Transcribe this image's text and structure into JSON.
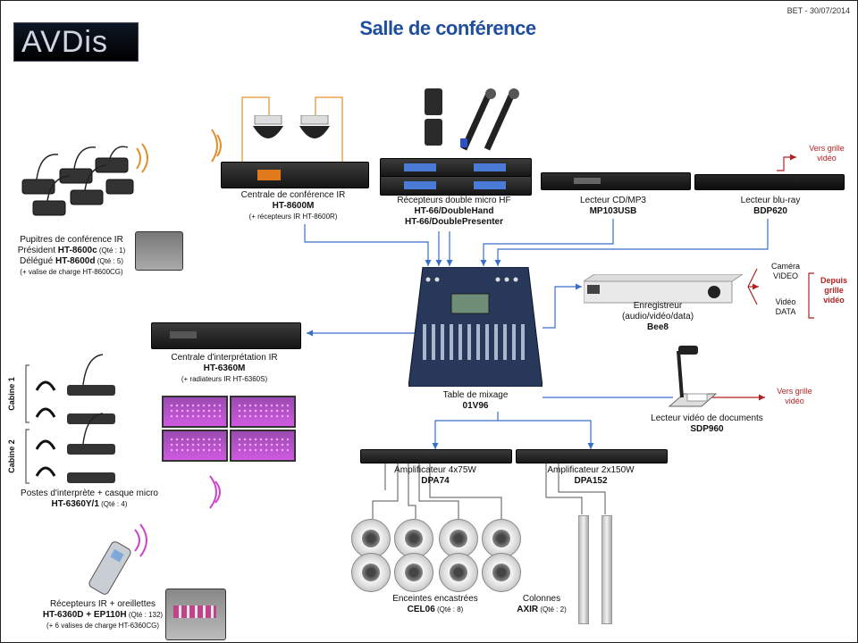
{
  "header": {
    "logo_text": "AVDis",
    "title": "Salle de conférence",
    "date": "BET - 30/07/2014"
  },
  "devices": {
    "conference_central": {
      "name": "Centrale de conférence IR",
      "model": "HT-8600M",
      "note": "(+ récepteurs IR HT-8600R)"
    },
    "wireless_mics": {
      "name": "Récepteurs double micro HF",
      "model1": "HT-66/DoubleHand",
      "model2": "HT-66/DoublePresenter"
    },
    "cd_player": {
      "name": "Lecteur CD/MP3",
      "model": "MP103USB"
    },
    "bluray": {
      "name": "Lecteur blu-ray",
      "model": "BDP620",
      "output": "Vers grille vidéo"
    },
    "desks": {
      "name": "Pupitres de conférence IR",
      "president_prefix": "Président ",
      "president_model": "HT-8600c",
      "president_qty": " (Qté : 1)",
      "delegate_prefix": "Délégué ",
      "delegate_model": "HT-8600d",
      "delegate_qty": " (Qté : 5)",
      "case": "(+ valise de charge HT-8600CG)"
    },
    "interpretation_central": {
      "name": "Centrale d'interprétation IR",
      "model": "HT-6360M",
      "note": "(+ radiateurs IR HT-6360S)"
    },
    "mixer": {
      "name": "Table de mixage",
      "model": "01V96"
    },
    "recorder": {
      "name": "Enregistreur",
      "detail": "(audio/vidéo/data)",
      "model": "Bee8",
      "input_camera": "Caméra",
      "input_video": "VIDEO",
      "input_video2": "Vidéo",
      "input_data": "DATA",
      "source": [
        "Depuis",
        "grille",
        "vidéo"
      ]
    },
    "document_camera": {
      "name": "Lecteur vidéo de documents",
      "model": "SDP960",
      "output": "Vers grille vidéo"
    },
    "booths": {
      "booth1": "Cabine 1",
      "booth2": "Cabine 2",
      "name": "Postes d'interprète + casque micro",
      "model": "HT-6360Y/1",
      "qty": " (Qté : 4)"
    },
    "amp1": {
      "name": "Amplificateur 4x75W",
      "model": "DPA74"
    },
    "amp2": {
      "name": "Amplificateur 2x150W",
      "model": "DPA152"
    },
    "ir_receivers": {
      "name": "Récepteurs IR + oreillettes",
      "model": "HT-6360D + EP110H",
      "qty": " (Qté : 132)",
      "case": "(+ 6 valises de charge HT-6360CG)"
    },
    "ceiling_speakers": {
      "name": "Enceintes encastrées",
      "model": "CEL06",
      "qty": " (Qté : 8)"
    },
    "columns": {
      "name": "Colonnes",
      "model": "AXIR",
      "qty": " (Qté : 2)"
    }
  },
  "colors": {
    "title": "#1f4e9e",
    "arrow": "#3a6fc8",
    "link": "#e0902a",
    "red_arrow": "#b22222",
    "accent_waves": "#cc44cc"
  }
}
